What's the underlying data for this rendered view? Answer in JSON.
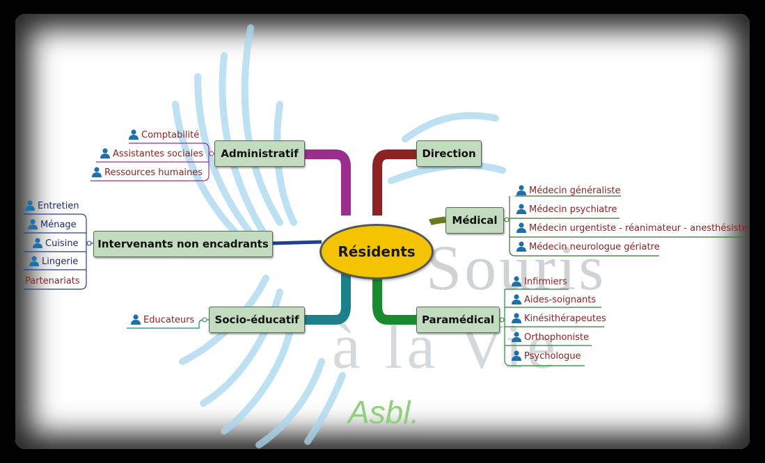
{
  "center": "Résidents",
  "watermark": {
    "line1": "Souris",
    "line2": "à la Vie",
    "line3": "Asbl."
  },
  "branches": {
    "administratif": {
      "label": "Administratif",
      "items": [
        "Comptabilité",
        "Assistantes sociales",
        "Ressources humaines"
      ]
    },
    "direction": {
      "label": "Direction"
    },
    "medical": {
      "label": "Médical",
      "items": [
        "Médecin généraliste",
        "Médecin psychiatre",
        "Médecin urgentiste - réanimateur - anesthésiste",
        "Médecin neurologue gériatre"
      ]
    },
    "intervenants": {
      "label": "Intervenants non encadrants",
      "items": [
        "Entretien",
        "Ménage",
        "Cuisine",
        "Lingerie",
        "Partenariats"
      ]
    },
    "socio": {
      "label": "Socio-éducatif",
      "items": [
        "Educateurs"
      ]
    },
    "paramedical": {
      "label": "Paramédical",
      "items": [
        "Infirmiers",
        "Aides-soignants",
        "Kinésithérapeutes",
        "Orthophoniste",
        "Psychologue"
      ]
    }
  },
  "colors": {
    "administratif": "#9b2d8f",
    "direction": "#8b2323",
    "medical": "#6b7a1f",
    "intervenants": "#1f3f8f",
    "socio": "#1c7f8a",
    "paramedical": "#1a8a2e",
    "person_icon": "#1f6fa8",
    "node_fill": "#c3dcc0",
    "center_fill": "#f5c400"
  },
  "icons": [
    "person-icon"
  ]
}
